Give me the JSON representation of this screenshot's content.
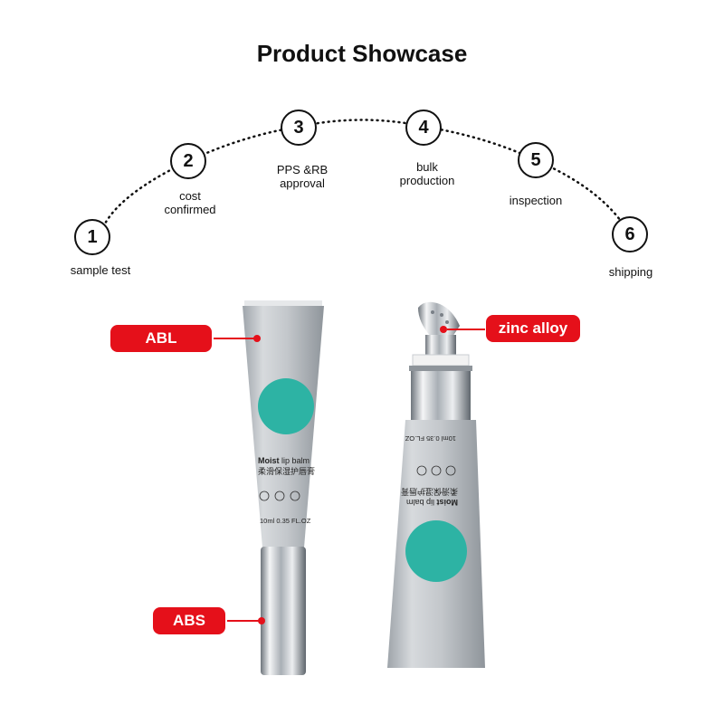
{
  "title": "Product Showcase",
  "steps": [
    {
      "number": "1",
      "label": "sample test"
    },
    {
      "number": "2",
      "label": "cost\nconfirmed"
    },
    {
      "number": "3",
      "label": "PPS &RB\napproval"
    },
    {
      "number": "4",
      "label": "bulk\nproduction"
    },
    {
      "number": "5",
      "label": "inspection"
    },
    {
      "number": "6",
      "label": "shipping"
    }
  ],
  "callouts": {
    "abl": "ABL",
    "abs": "ABS",
    "zinc": "zinc alloy"
  },
  "product": {
    "brand": "Moist",
    "name": "lip balm",
    "name_cn": "柔滑保湿护唇膏",
    "volume": "10ml 0.35 FL.OZ"
  },
  "colors": {
    "accent_red": "#e5101a",
    "teal_dot": "#2db3a4",
    "silver": "#c9cdd1"
  }
}
